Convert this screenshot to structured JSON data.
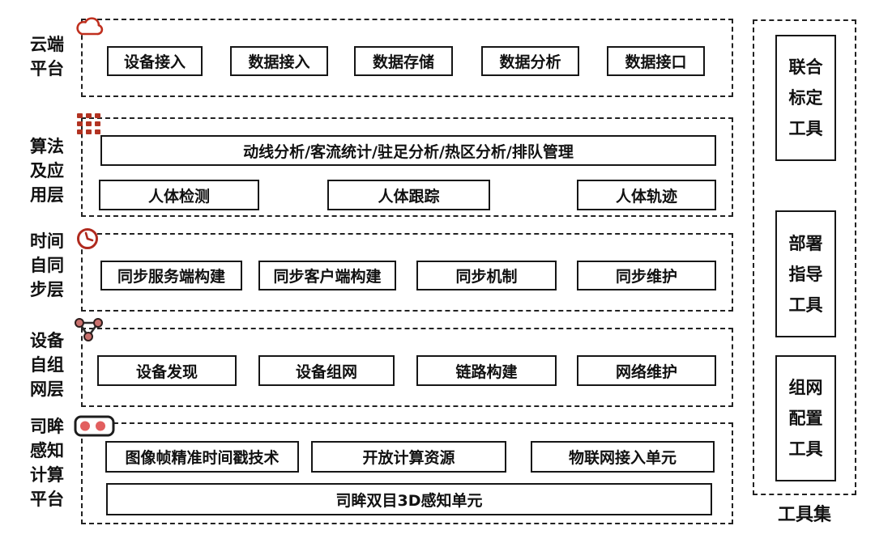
{
  "layers": [
    {
      "label": "云端\n平台",
      "icon": "cloud-icon",
      "items": [
        "设备接入",
        "数据接入",
        "数据存储",
        "数据分析",
        "数据接口"
      ]
    },
    {
      "label": "算法\n及应\n用层",
      "icon": "app-grid-icon",
      "banner": "动线分析/客流统计/驻足分析/热区分析/排队管理",
      "items": [
        "人体检测",
        "人体跟踪",
        "人体轨迹"
      ]
    },
    {
      "label": "时间\n自同\n步层",
      "icon": "clock-icon",
      "items": [
        "同步服务端构建",
        "同步客户端构建",
        "同步机制",
        "同步维护"
      ]
    },
    {
      "label": "设备\n自组\n网层",
      "icon": "network-icon",
      "items": [
        "设备发现",
        "设备组网",
        "链路构建",
        "网络维护"
      ]
    },
    {
      "label": "司眸\n感知\n计算\n平台",
      "icon": "stereo-camera-icon",
      "items": [
        "图像帧精准时间戳技术",
        "开放计算资源",
        "物联网接入单元"
      ],
      "base": "司眸双目3D感知单元"
    }
  ],
  "toolset": {
    "label": "工具集",
    "tools": [
      "联合\n标定\n工具",
      "部署\n指导\n工具",
      "组网\n配置\n工具"
    ]
  },
  "colors": {
    "icon_red": "#c0301f",
    "brick_red": "#b23322",
    "node_pink": "#c9716e",
    "dot_red": "#e25f5f",
    "border_dark": "#161616"
  }
}
